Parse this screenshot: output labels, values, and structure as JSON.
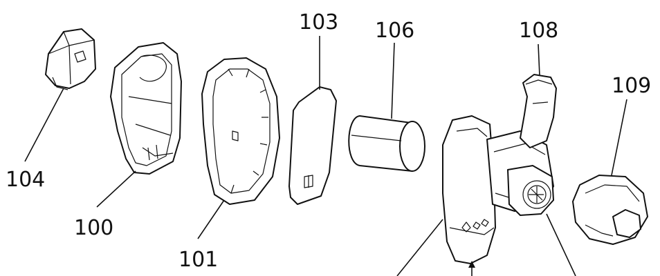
{
  "labels": {
    "l100": "100",
    "l101": "101",
    "l103": "103",
    "l104": "104",
    "l106": "106",
    "l108": "108",
    "l109": "109"
  },
  "colors": {
    "ink": "#111111",
    "paper": "#ffffff"
  }
}
